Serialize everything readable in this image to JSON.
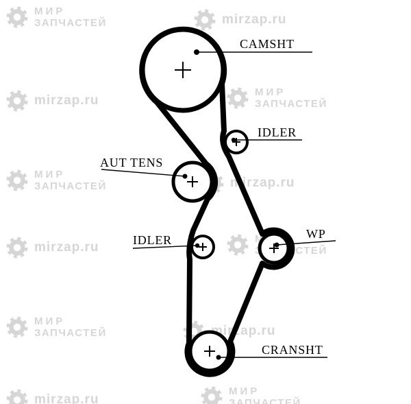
{
  "diagram": {
    "pulleys": [
      {
        "id": "camshaft",
        "label": "CAMSHT"
      },
      {
        "id": "idler-upper",
        "label": "IDLER"
      },
      {
        "id": "auto-tensioner",
        "label": "AUT TENS"
      },
      {
        "id": "idler-lower",
        "label": "IDLER"
      },
      {
        "id": "water-pump",
        "label": "WP"
      },
      {
        "id": "crankshaft",
        "label": "CRANSHT"
      }
    ],
    "colors": {
      "belt": "#000000",
      "labels": "#000000",
      "watermark": "#d6d6d6"
    }
  },
  "watermark": {
    "line1": "МИР",
    "line2": "ЗАПЧАСТЕЙ",
    "url": "mirzap.ru"
  }
}
